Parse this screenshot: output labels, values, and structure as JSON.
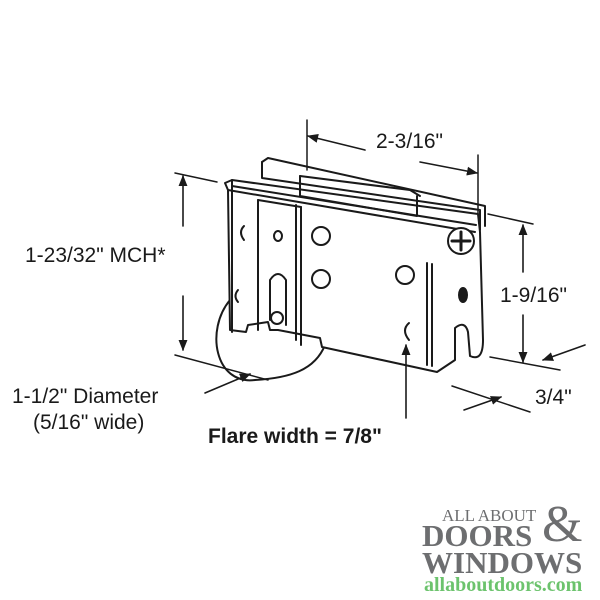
{
  "diagram": {
    "subject": "sliding door roller assembly",
    "dimensions": {
      "width": "2-3/16\"",
      "mch": "1-23/32\" MCH*",
      "height": "1-9/16\"",
      "depth": "3/4\"",
      "wheel_diameter": "1-1/2\" Diameter",
      "wheel_width": "(5/16\" wide)",
      "flare_width": "Flare width = 7/8\""
    }
  },
  "logo": {
    "line1": "ALL ABOUT",
    "line2": "DOORS",
    "ampersand": "&",
    "line3": "WINDOWS",
    "url": "allaboutdoors.com",
    "colors": {
      "gray": "#6d6e70",
      "green": "#6cc36d"
    }
  }
}
